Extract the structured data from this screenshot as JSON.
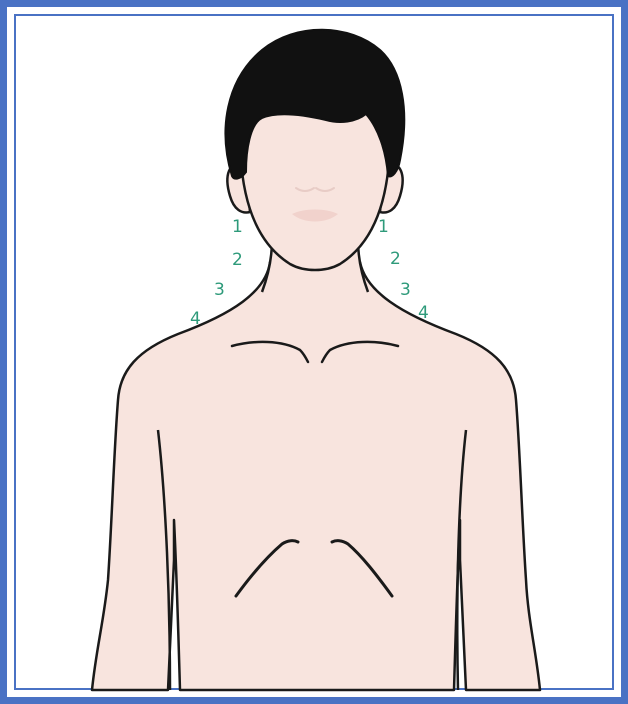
{
  "colors": {
    "frame": "#4a72c4",
    "skin": "#f8e4de",
    "outline": "#1a1a1a",
    "hair": "#111111",
    "marker": "#2e9a7a"
  },
  "markers": {
    "left": [
      "1",
      "2",
      "3",
      "4"
    ],
    "right": [
      "1",
      "2",
      "3",
      "4"
    ]
  }
}
